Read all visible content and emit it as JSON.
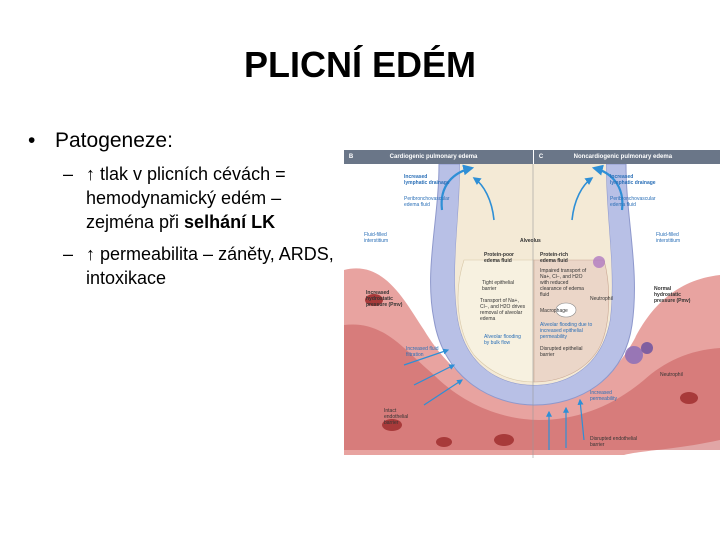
{
  "title": "PLICNÍ EDÉM",
  "bullet": "Patogeneze:",
  "sub1": {
    "a": "↑ tlak v plicních cévách = hemodynamický edém – zejména při ",
    "b": "selhání LK"
  },
  "sub2": "↑ permeabilita – záněty, ARDS, intoxikace",
  "figure": {
    "panel_b": {
      "letter": "B",
      "title": "Cardiogenic pulmonary edema"
    },
    "panel_c": {
      "letter": "C",
      "title": "Noncardiogenic pulmonary edema"
    },
    "labels": {
      "inc_lymph_l": "Increased lymphatic drainage",
      "peribronch_l": "Peribronchovascular edema fluid",
      "fluid_int_l": "Fluid-filled interstitium",
      "inc_hydro": "Increased hydrostatic pressure (Pmv)",
      "inc_filtration": "Increased fluid filtration",
      "intact_endo": "Intact endothelial barrier",
      "alveolus": "Alveolus",
      "protein_poor": "Protein-poor edema fluid",
      "tight_epi": "Tight epithelial barrier",
      "transport_l": "Transport of Na+, Cl−, and H2O drives removal of alveolar edema",
      "alv_flood_bulk": "Alveolar flooding by bulk flow",
      "protein_rich": "Protein-rich edema fluid",
      "impaired": "Impaired transport of Na+, Cl−, and H2O with reduced clearance of edema fluid",
      "neutrophil1": "Neutrophil",
      "macrophage": "Macrophage",
      "alv_flood_perm": "Alveolar flooding due to increased epithelial permeability",
      "disrupted_epi": "Disrupted epithelial barrier",
      "inc_lymph_r": "Increased lymphatic drainage",
      "peribronch_r": "Peribronchovascular edema fluid",
      "fluid_int_r": "Fluid-filled interstitium",
      "normal_hydro": "Normal hydrostatic pressure (Pmv)",
      "neutrophil2": "Neutrophil",
      "inc_perm": "Increased permeability",
      "disrupted_endo": "Disrupted endothelial barrier"
    }
  }
}
